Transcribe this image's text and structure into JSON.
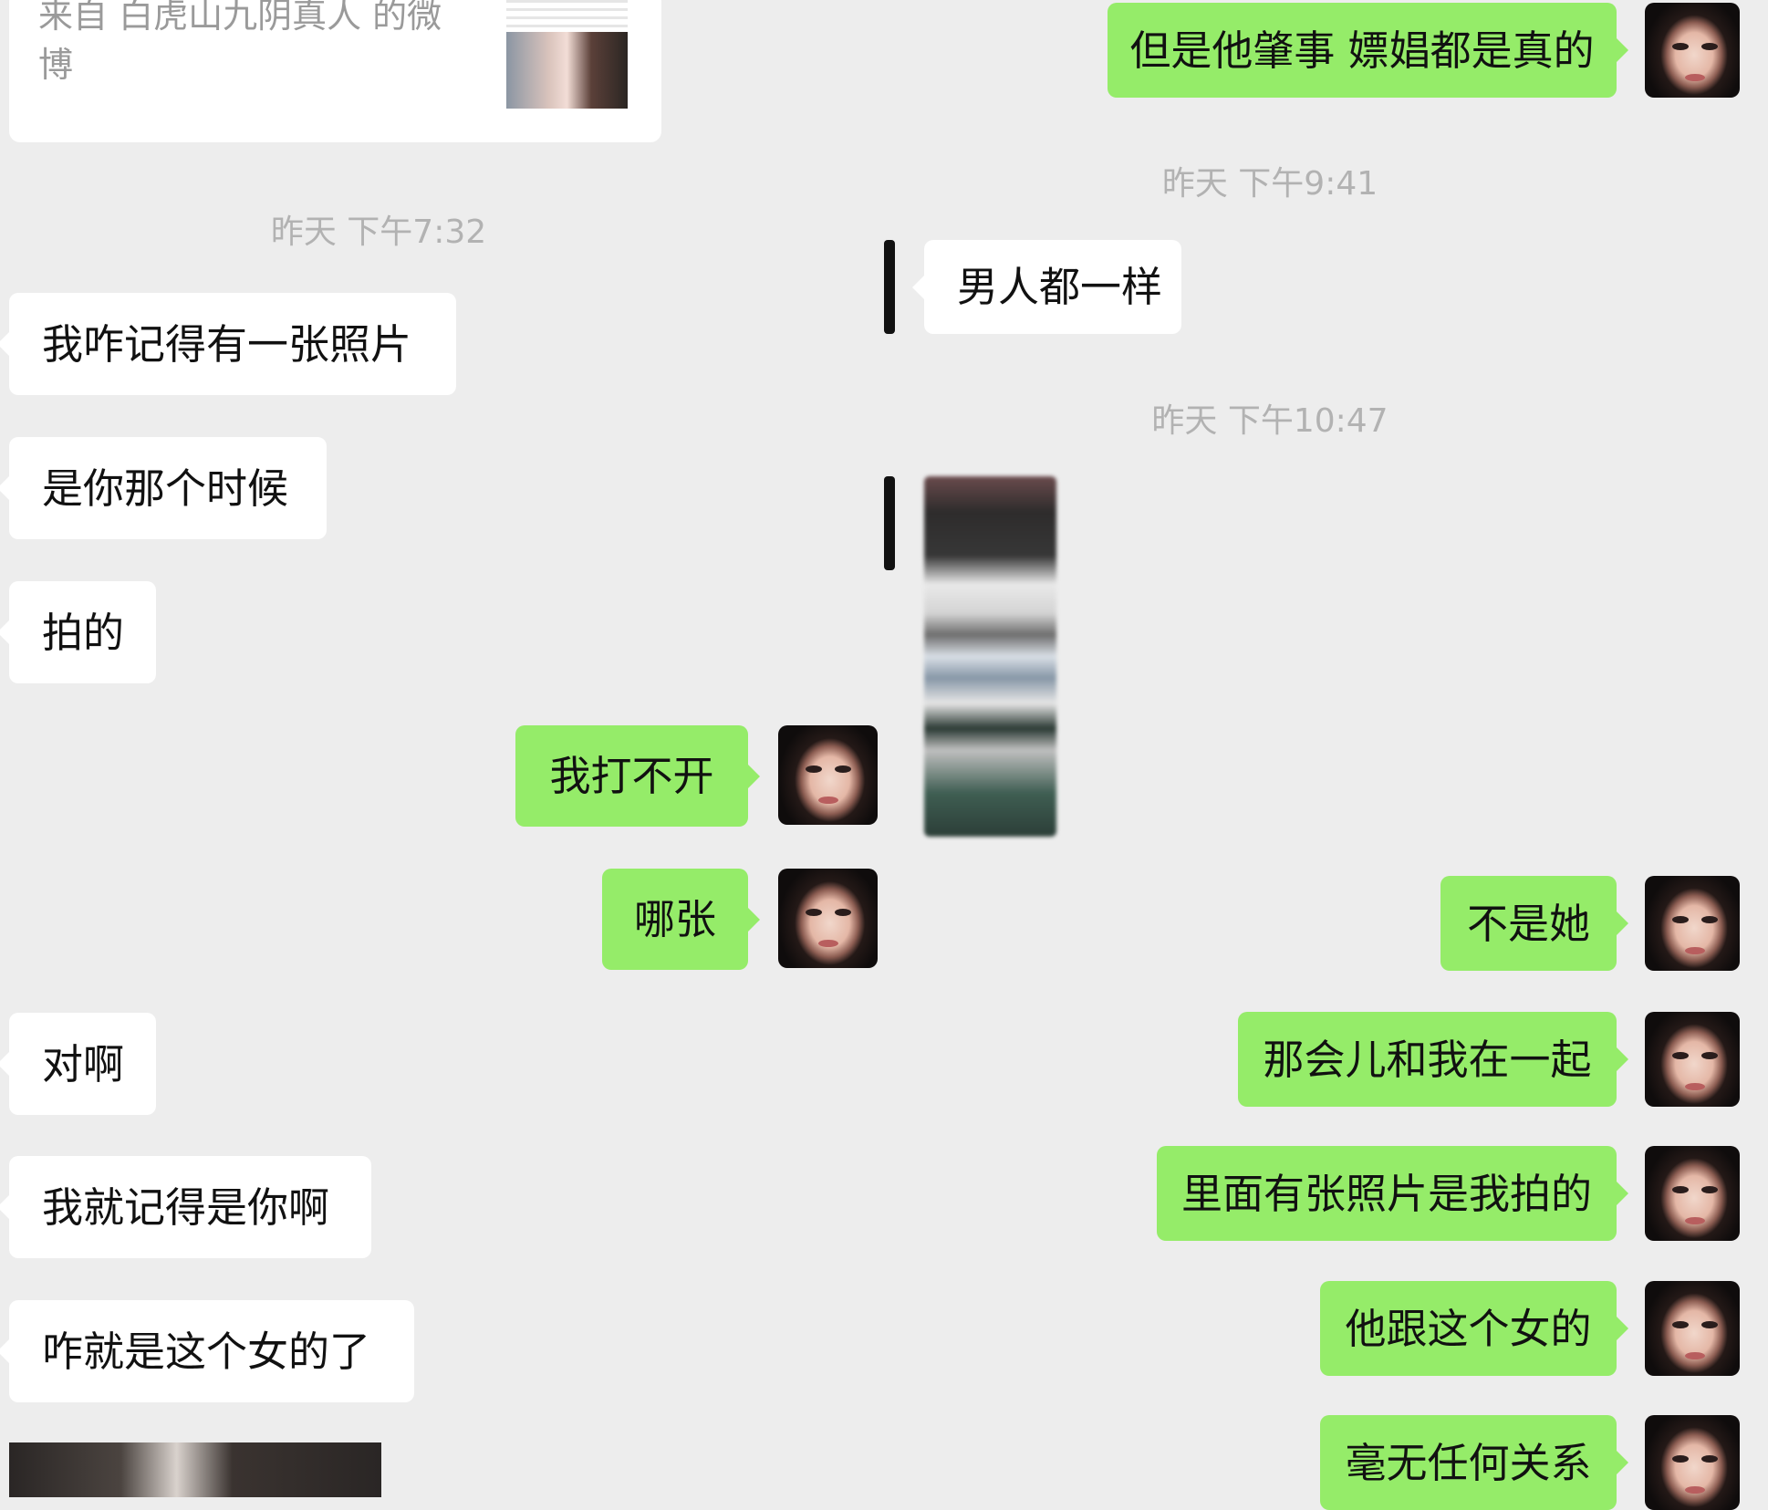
{
  "shared_card": {
    "text": "来自 白虎山九阴真人 的微博"
  },
  "timestamps": {
    "t1": "昨天 下午7:32",
    "t2": "昨天 下午9:41",
    "t3": "昨天 下午10:47"
  },
  "left_messages": [
    "我咋记得有一张照片",
    "是你那个时候",
    "拍的",
    "对啊",
    "我就记得是你啊",
    "咋就是这个女的了"
  ],
  "middle_messages": {
    "sent_1": "我打不开",
    "sent_2": "哪张",
    "received_1": "男人都一样"
  },
  "right_messages": [
    "但是他肇事 嫖娼都是真的",
    "不是她",
    "那会儿和我在一起",
    "里面有张照片是我拍的",
    "他跟这个女的",
    "毫无任何关系"
  ],
  "colors": {
    "background": "#ededed",
    "sent_bubble": "#95ec69",
    "received_bubble": "#ffffff",
    "timestamp": "#b2b2b2"
  }
}
